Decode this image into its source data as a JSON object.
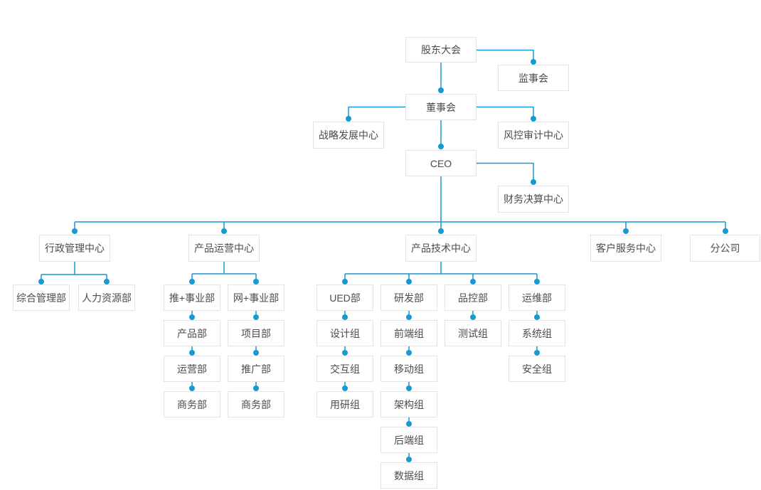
{
  "colors": {
    "line": "#1799d1",
    "dot": "#1799d1",
    "box_border": "#e3e3e3",
    "box_bg": "#ffffff",
    "text": "#4c4c4c",
    "background": "#ffffff"
  },
  "diagram": {
    "type": "org-chart",
    "nodes": {
      "shareholders": {
        "label": "股东大会"
      },
      "supervisory": {
        "label": "监事会"
      },
      "board": {
        "label": "董事会"
      },
      "strategy": {
        "label": "战略发展中心"
      },
      "risk_audit": {
        "label": "风控审计中心"
      },
      "ceo": {
        "label": "CEO"
      },
      "finance": {
        "label": "财务决算中心"
      },
      "admin_center": {
        "label": "行政管理中心"
      },
      "ops_center": {
        "label": "产品运营中心"
      },
      "tech_center": {
        "label": "产品技术中心"
      },
      "service_center": {
        "label": "客户服务中心"
      },
      "branch": {
        "label": "分公司"
      },
      "general_admin": {
        "label": "综合管理部"
      },
      "hr": {
        "label": "人力资源部"
      },
      "tui_div": {
        "label": "推+事业部"
      },
      "wang_div": {
        "label": "网+事业部"
      },
      "product_dept": {
        "label": "产品部"
      },
      "project_dept": {
        "label": "项目部"
      },
      "operations_dept": {
        "label": "运营部"
      },
      "promotion_dept": {
        "label": "推广部"
      },
      "business_dept_tui": {
        "label": "商务部"
      },
      "business_dept_wang": {
        "label": "商务部"
      },
      "ued_dept": {
        "label": "UED部"
      },
      "rd_dept": {
        "label": "研发部"
      },
      "qc_dept": {
        "label": "品控部"
      },
      "devops_dept": {
        "label": "运维部"
      },
      "design_team": {
        "label": "设计组"
      },
      "frontend_team": {
        "label": "前端组"
      },
      "testing_team": {
        "label": "测试组"
      },
      "system_team": {
        "label": "系统组"
      },
      "interaction_team": {
        "label": "交互组"
      },
      "mobile_team": {
        "label": "移动组"
      },
      "security_team": {
        "label": "安全组"
      },
      "user_research_team": {
        "label": "用研组"
      },
      "architecture_team": {
        "label": "架构组"
      },
      "backend_team": {
        "label": "后端组"
      },
      "data_team": {
        "label": "数据组"
      }
    },
    "edges": [
      [
        "shareholders",
        "supervisory"
      ],
      [
        "shareholders",
        "board"
      ],
      [
        "board",
        "strategy"
      ],
      [
        "board",
        "risk_audit"
      ],
      [
        "board",
        "ceo"
      ],
      [
        "ceo",
        "finance"
      ],
      [
        "ceo",
        "admin_center"
      ],
      [
        "ceo",
        "ops_center"
      ],
      [
        "ceo",
        "tech_center"
      ],
      [
        "ceo",
        "service_center"
      ],
      [
        "ceo",
        "branch"
      ],
      [
        "admin_center",
        "general_admin"
      ],
      [
        "admin_center",
        "hr"
      ],
      [
        "ops_center",
        "tui_div"
      ],
      [
        "ops_center",
        "wang_div"
      ],
      [
        "tui_div",
        "product_dept"
      ],
      [
        "product_dept",
        "operations_dept"
      ],
      [
        "operations_dept",
        "business_dept_tui"
      ],
      [
        "wang_div",
        "project_dept"
      ],
      [
        "project_dept",
        "promotion_dept"
      ],
      [
        "promotion_dept",
        "business_dept_wang"
      ],
      [
        "tech_center",
        "ued_dept"
      ],
      [
        "tech_center",
        "rd_dept"
      ],
      [
        "tech_center",
        "qc_dept"
      ],
      [
        "tech_center",
        "devops_dept"
      ],
      [
        "ued_dept",
        "design_team"
      ],
      [
        "design_team",
        "interaction_team"
      ],
      [
        "interaction_team",
        "user_research_team"
      ],
      [
        "rd_dept",
        "frontend_team"
      ],
      [
        "frontend_team",
        "mobile_team"
      ],
      [
        "mobile_team",
        "architecture_team"
      ],
      [
        "architecture_team",
        "backend_team"
      ],
      [
        "backend_team",
        "data_team"
      ],
      [
        "qc_dept",
        "testing_team"
      ],
      [
        "devops_dept",
        "system_team"
      ],
      [
        "system_team",
        "security_team"
      ]
    ]
  }
}
